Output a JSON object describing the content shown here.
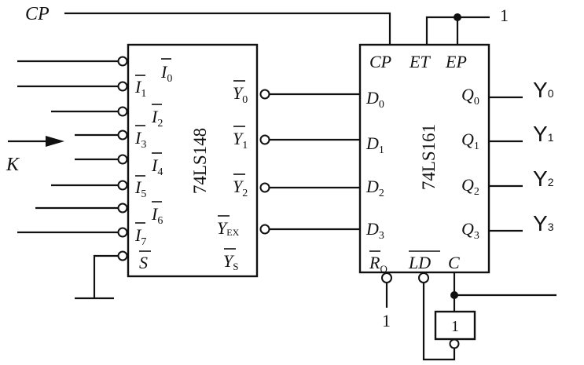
{
  "signals": {
    "cp": "CP",
    "k": "K",
    "one_top": "1",
    "one_ro": "1"
  },
  "chip148": {
    "name": "74LS148",
    "inputs": [
      {
        "main": "I",
        "sub": "0"
      },
      {
        "main": "I",
        "sub": "1"
      },
      {
        "main": "I",
        "sub": "2"
      },
      {
        "main": "I",
        "sub": "3"
      },
      {
        "main": "I",
        "sub": "4"
      },
      {
        "main": "I",
        "sub": "5"
      },
      {
        "main": "I",
        "sub": "6"
      },
      {
        "main": "I",
        "sub": "7"
      }
    ],
    "enable": "S",
    "outputs": [
      {
        "main": "Y",
        "sub": "0"
      },
      {
        "main": "Y",
        "sub": "1"
      },
      {
        "main": "Y",
        "sub": "2"
      },
      {
        "main": "Y",
        "sub": "EX"
      },
      {
        "main": "Y",
        "sub": "S"
      }
    ]
  },
  "chip161": {
    "name": "74LS161",
    "top_pins": [
      "CP",
      "ET",
      "EP"
    ],
    "data_inputs": [
      {
        "main": "D",
        "sub": "0"
      },
      {
        "main": "D",
        "sub": "1"
      },
      {
        "main": "D",
        "sub": "2"
      },
      {
        "main": "D",
        "sub": "3"
      }
    ],
    "q_outputs": [
      {
        "main": "Q",
        "sub": "0"
      },
      {
        "main": "Q",
        "sub": "1"
      },
      {
        "main": "Q",
        "sub": "2"
      },
      {
        "main": "Q",
        "sub": "3"
      }
    ],
    "bottom_pins": [
      {
        "main": "R",
        "sub": "O"
      },
      {
        "main": "LD",
        "sub": ""
      },
      {
        "main": "C",
        "sub": ""
      }
    ]
  },
  "outputs": [
    {
      "main": "Y",
      "sub": "0"
    },
    {
      "main": "Y",
      "sub": "1"
    },
    {
      "main": "Y",
      "sub": "2"
    },
    {
      "main": "Y",
      "sub": "3"
    }
  ],
  "inverter": {
    "label": "1"
  }
}
